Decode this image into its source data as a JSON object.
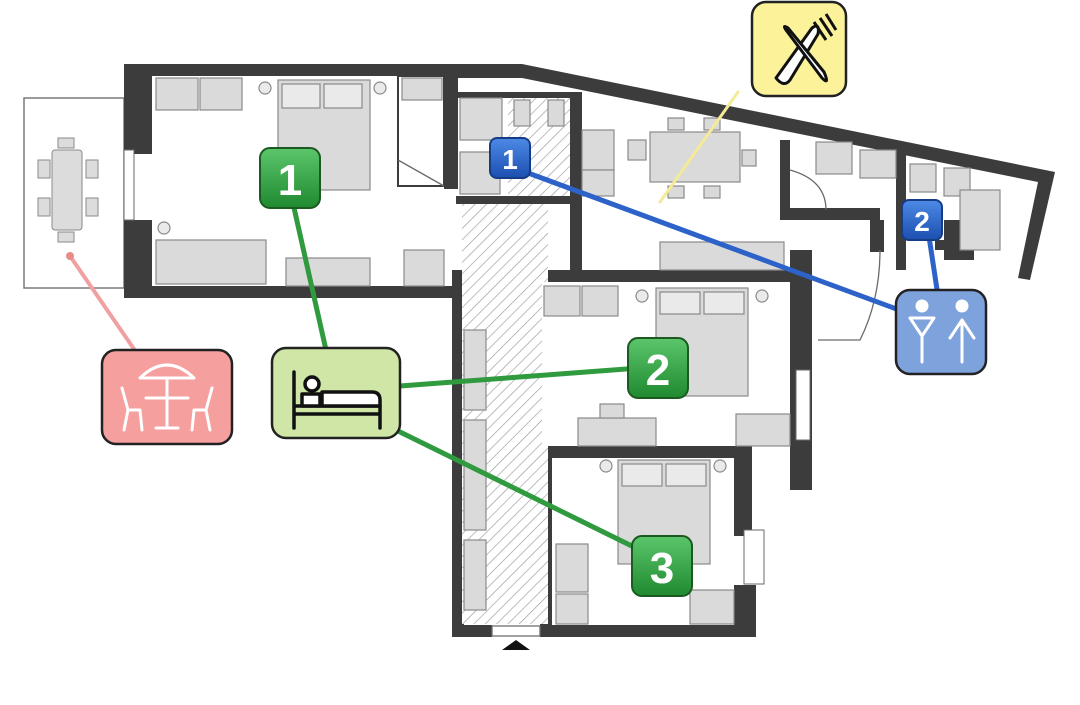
{
  "badges": {
    "bedroom_1": "1",
    "bedroom_2": "2",
    "bedroom_3": "3",
    "bathroom_1": "1",
    "bathroom_2": "2"
  },
  "icons": {
    "bedroom": "bed-icon",
    "bathroom": "restroom-icon",
    "kitchen": "fork-knife-icon",
    "terrace": "patio-table-icon",
    "entrance": "entrance-arrow-icon"
  },
  "colors": {
    "wall": "#3c3c3c",
    "floor": "#ffffff",
    "furniture": "#dadada",
    "bedroom_badge": "#2e9d3f",
    "bedroom_line": "#2f9a3e",
    "bedroom_icon_bg": "#cfe6a6",
    "bathroom_badge": "#2b64c8",
    "bathroom_line": "#2d62c9",
    "bathroom_icon_bg": "#7ea2dc",
    "kitchen_icon_bg": "#fbf29a",
    "kitchen_line": "#f5ea97",
    "terrace_icon_bg": "#f59f9f",
    "terrace_line": "#f0a0a0"
  }
}
